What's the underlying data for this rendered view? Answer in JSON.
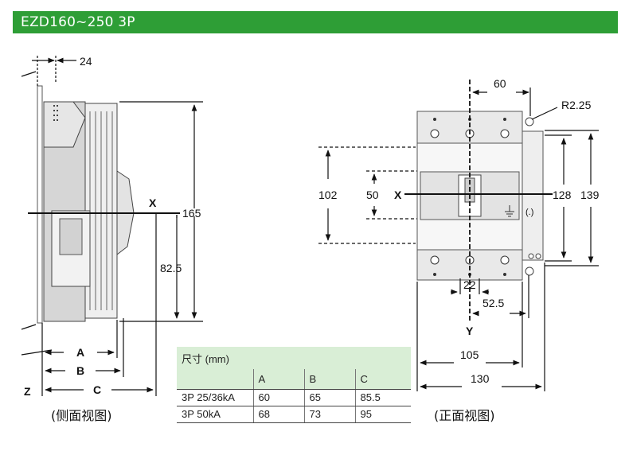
{
  "title": "EZD160~250  3P",
  "side_view": {
    "dim_24": "24",
    "dim_165": "165",
    "dim_82_5": "82.5",
    "axis_x": "X",
    "axis_z": "Z",
    "label_a": "A",
    "label_b": "B",
    "label_c": "C",
    "caption": "(侧面视图)"
  },
  "front_view": {
    "dim_60": "60",
    "dim_r": "R2.25",
    "dim_102": "102",
    "dim_50": "50",
    "dim_128": "128",
    "dim_139": "139",
    "dim_22": "22",
    "dim_52_5": "52.5",
    "dim_105": "105",
    "dim_130": "130",
    "axis_x": "X",
    "axis_y": "Y",
    "caption": "(正面视图)"
  },
  "table": {
    "header": "尺寸 (mm)",
    "columns": [
      "A",
      "B",
      "C"
    ],
    "rows": [
      {
        "label": "3P 25/36kA",
        "a": "60",
        "b": "65",
        "c": "85.5"
      },
      {
        "label": "3P 50kA",
        "a": "68",
        "b": "73",
        "c": "95"
      }
    ]
  },
  "colors": {
    "title_bar": "#2e9e36",
    "table_header": "#d9eed6"
  }
}
